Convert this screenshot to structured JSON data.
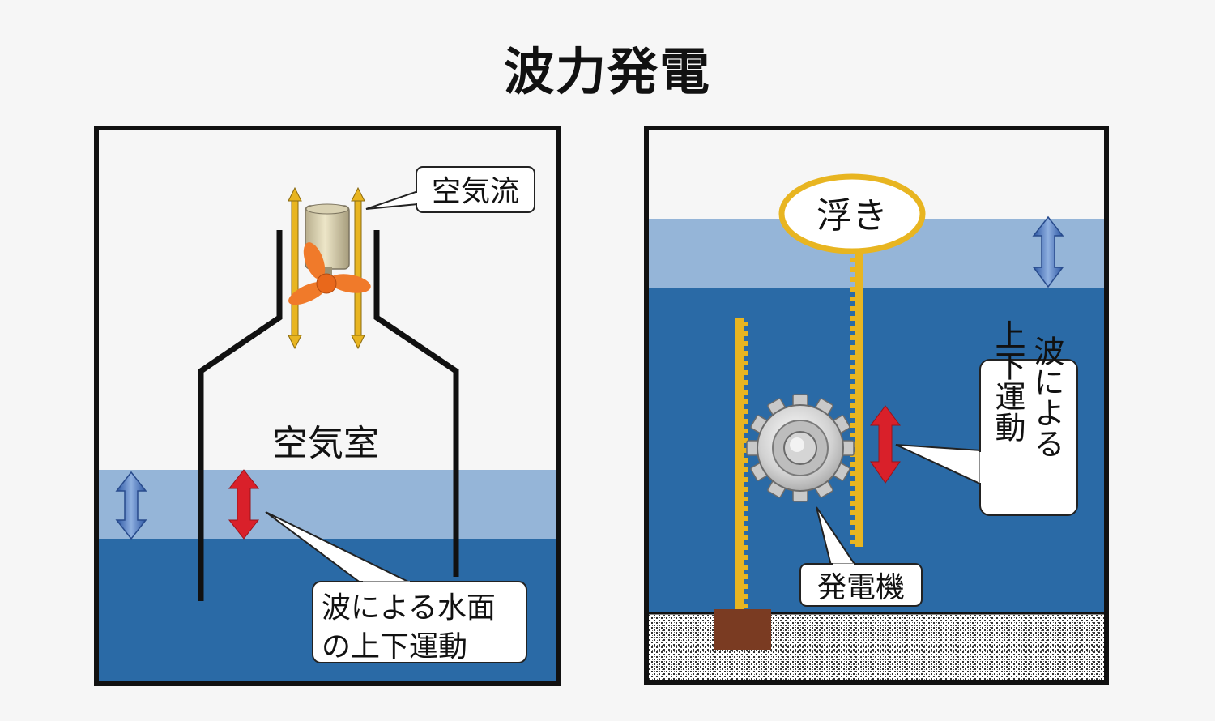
{
  "title": "波力発電",
  "left_panel": {
    "airflow_label": "空気流",
    "chamber_label": "空気室",
    "wave_motion_line1": "波による水面",
    "wave_motion_line2": "の上下運動"
  },
  "right_panel": {
    "float_label": "浮き",
    "vertical_label_col1": "波による",
    "vertical_label_col2": "上下運動",
    "generator_label": "発電機"
  },
  "colors": {
    "deep_water": "#2a6aa6",
    "surface_water": "#95b5d8",
    "air": "#f6f6f6",
    "rack": "#e8b521",
    "red_arrow": "#d9202a",
    "blue_arrow": "#3c6cb7",
    "propeller": "#f07a2a",
    "base_block": "#7a3b22"
  },
  "icons": {
    "turbine": "turbine-icon",
    "propeller": "propeller-icon",
    "gear": "gear-icon"
  }
}
